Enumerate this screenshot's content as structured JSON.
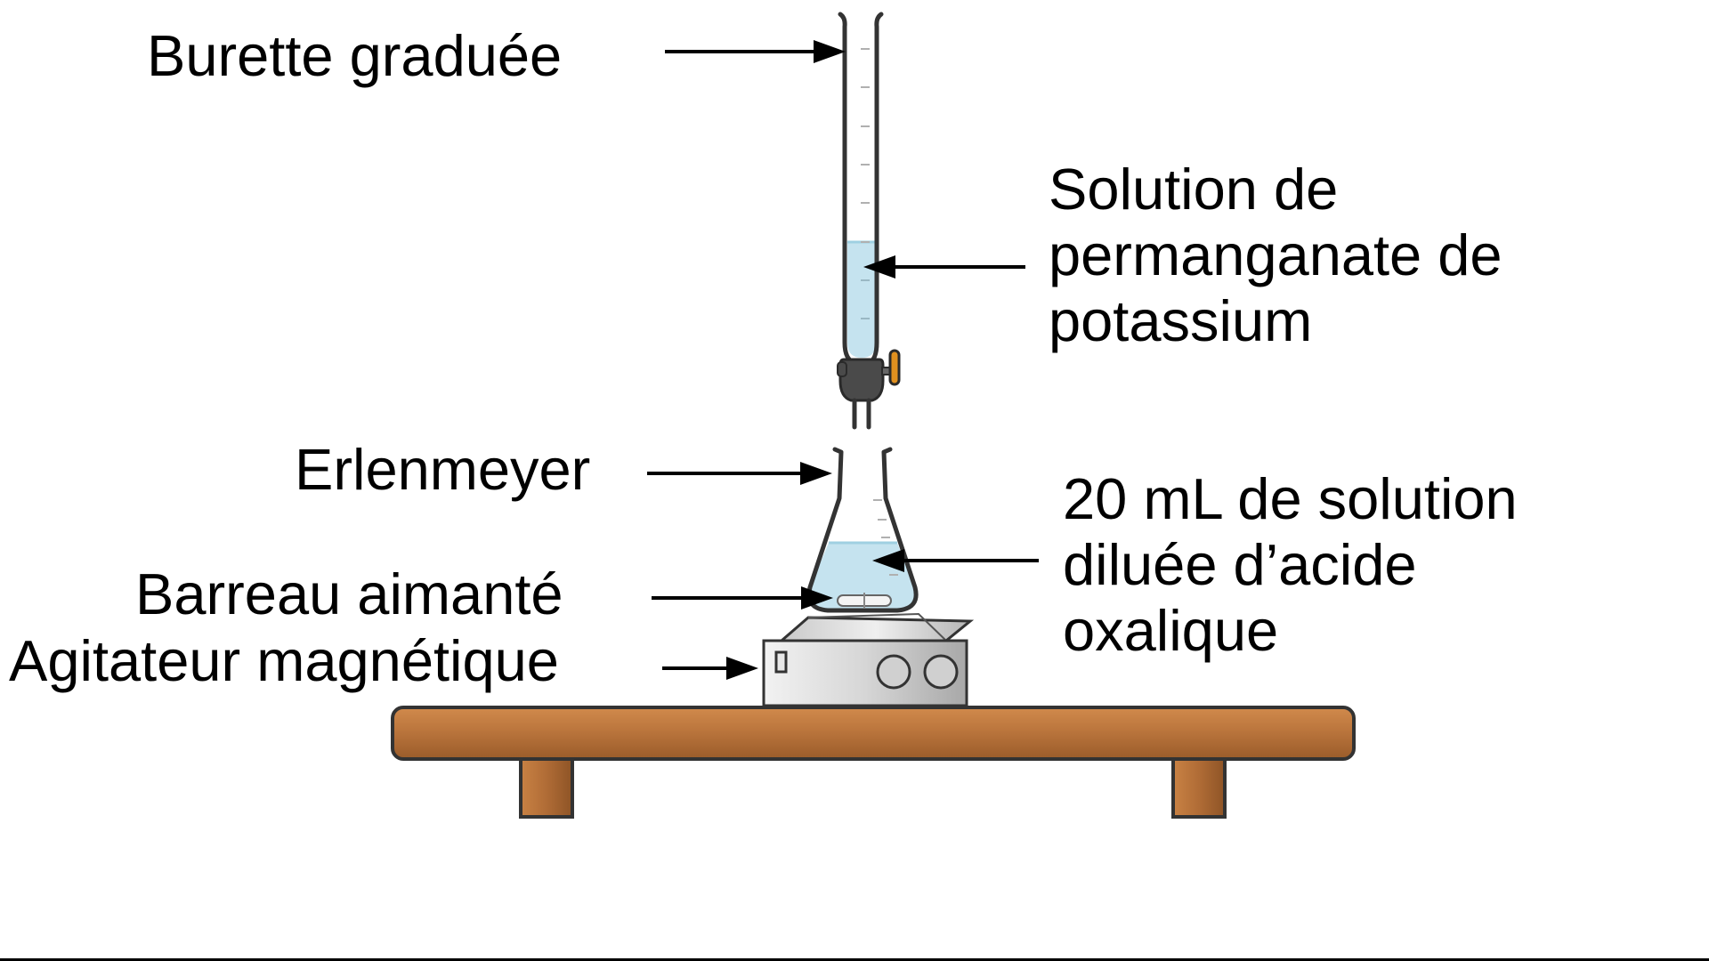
{
  "labels": {
    "burette": "Burette graduée",
    "permanganate": [
      "Solution de",
      "permanganate de",
      "potassium"
    ],
    "erlenmeyer": "Erlenmeyer",
    "acide_oxalique": [
      "20 mL de solution",
      "diluée d’acide",
      "oxalique"
    ],
    "barreau": "Barreau aimanté",
    "agitateur": "Agitateur magnétique"
  },
  "colors": {
    "liquid": "#c5e3ef",
    "liquid_edge": "#9fd0e2",
    "glass_outline": "#333333",
    "table_wood": "#b8733b",
    "table_outline": "#333333",
    "stopcock_handle": "#e0901f",
    "stirrer_metal": "#cfcfcf"
  },
  "icons": [
    "burette-icon",
    "erlenmeyer-flask-icon",
    "stir-bar-icon",
    "magnetic-stirrer-icon",
    "lab-table-icon"
  ]
}
